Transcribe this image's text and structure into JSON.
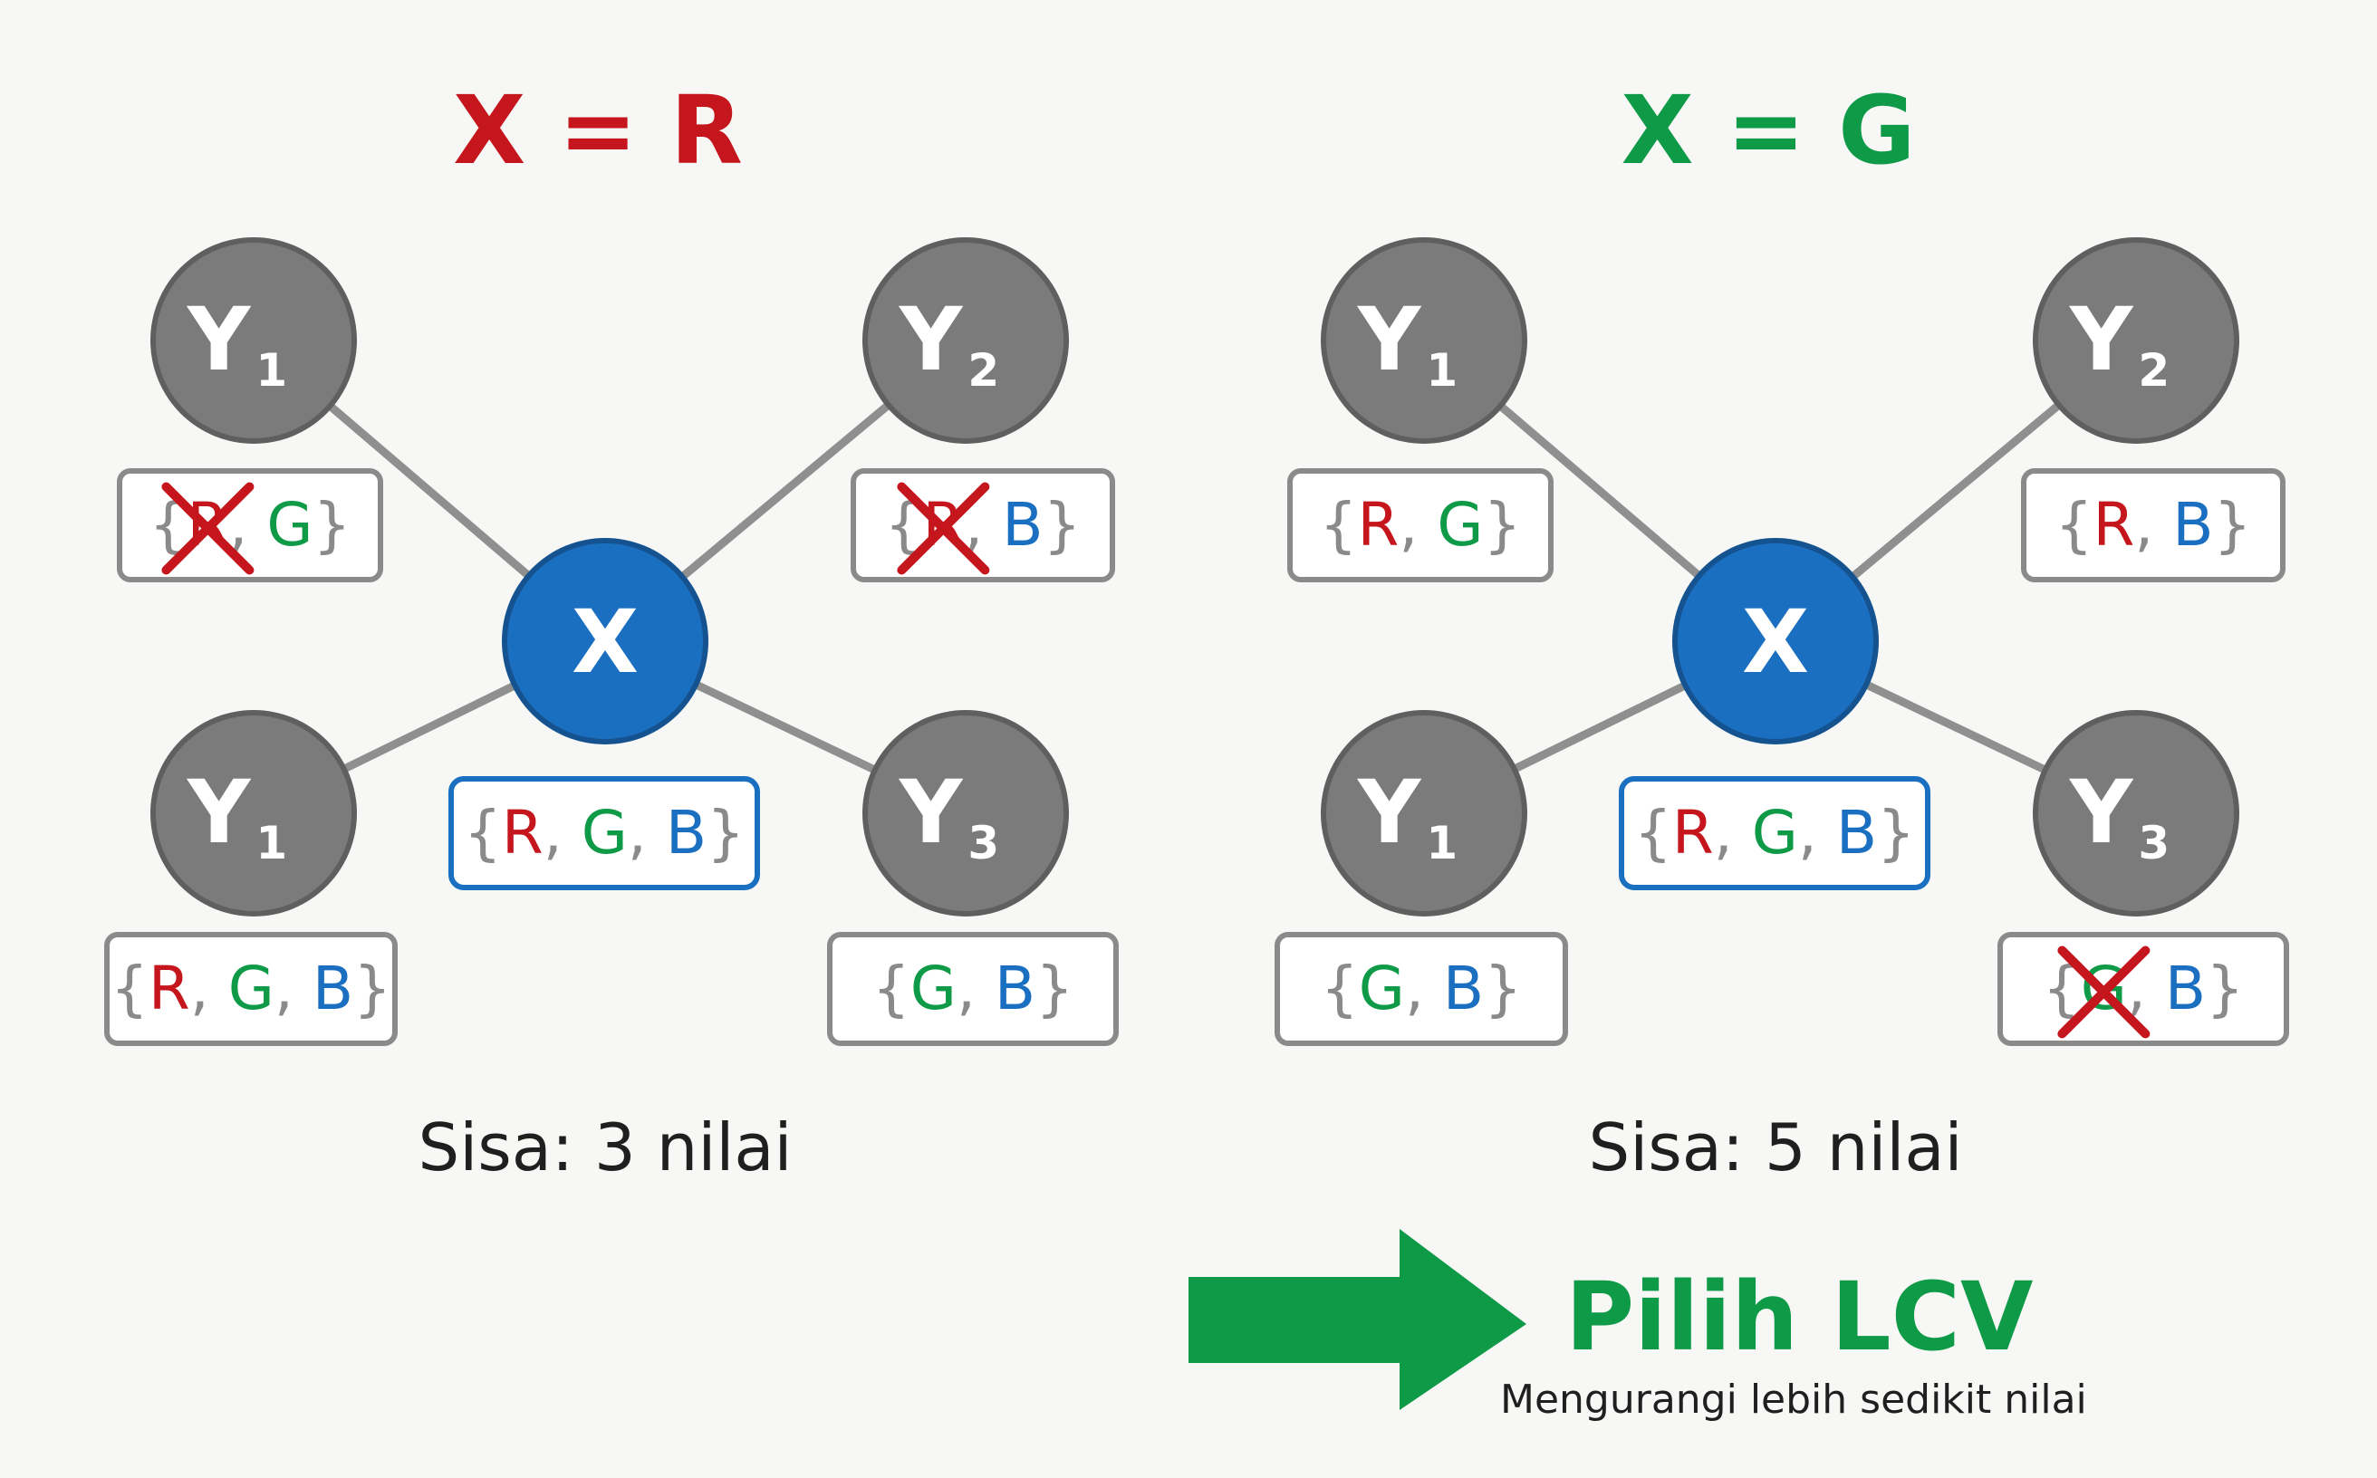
{
  "colors": {
    "red": "#c4161c",
    "green": "#0e9a47",
    "blue": "#1b6fc0",
    "node_gray": "#7b7b7b",
    "node_blue": "#1b6fc0",
    "text_dark": "#1f1f1f",
    "box_gray": "#8a8a8a"
  },
  "panels": [
    {
      "title": "X = R",
      "title_color": "red",
      "center": {
        "label": "X",
        "domain": [
          "R",
          "G",
          "B"
        ]
      },
      "nodes": [
        {
          "label": "Y",
          "sub": "1",
          "domain": [
            "R",
            "G"
          ],
          "crossed": [
            0
          ]
        },
        {
          "label": "Y",
          "sub": "2",
          "domain": [
            "R",
            "B"
          ],
          "crossed": [
            0
          ]
        },
        {
          "label": "Y",
          "sub": "1",
          "domain": [
            "R",
            "G",
            "B"
          ],
          "crossed": []
        },
        {
          "label": "Y",
          "sub": "3",
          "domain": [
            "G",
            "B"
          ],
          "crossed": []
        }
      ],
      "remaining": "Sisa: 3 nilai"
    },
    {
      "title": "X = G",
      "title_color": "green",
      "center": {
        "label": "X",
        "domain": [
          "R",
          "G",
          "B"
        ]
      },
      "nodes": [
        {
          "label": "Y",
          "sub": "1",
          "domain": [
            "R",
            "G"
          ],
          "crossed": []
        },
        {
          "label": "Y",
          "sub": "2",
          "domain": [
            "R",
            "B"
          ],
          "crossed": []
        },
        {
          "label": "Y",
          "sub": "1",
          "domain": [
            "G",
            "B"
          ],
          "crossed": []
        },
        {
          "label": "Y",
          "sub": "3",
          "domain": [
            "G",
            "B"
          ],
          "crossed": [
            0
          ]
        }
      ],
      "remaining": "Sisa: 5 nilai"
    }
  ],
  "conclusion": {
    "heading": "Pilih LCV",
    "subtext": "Mengurangi lebih sedikit nilai"
  }
}
